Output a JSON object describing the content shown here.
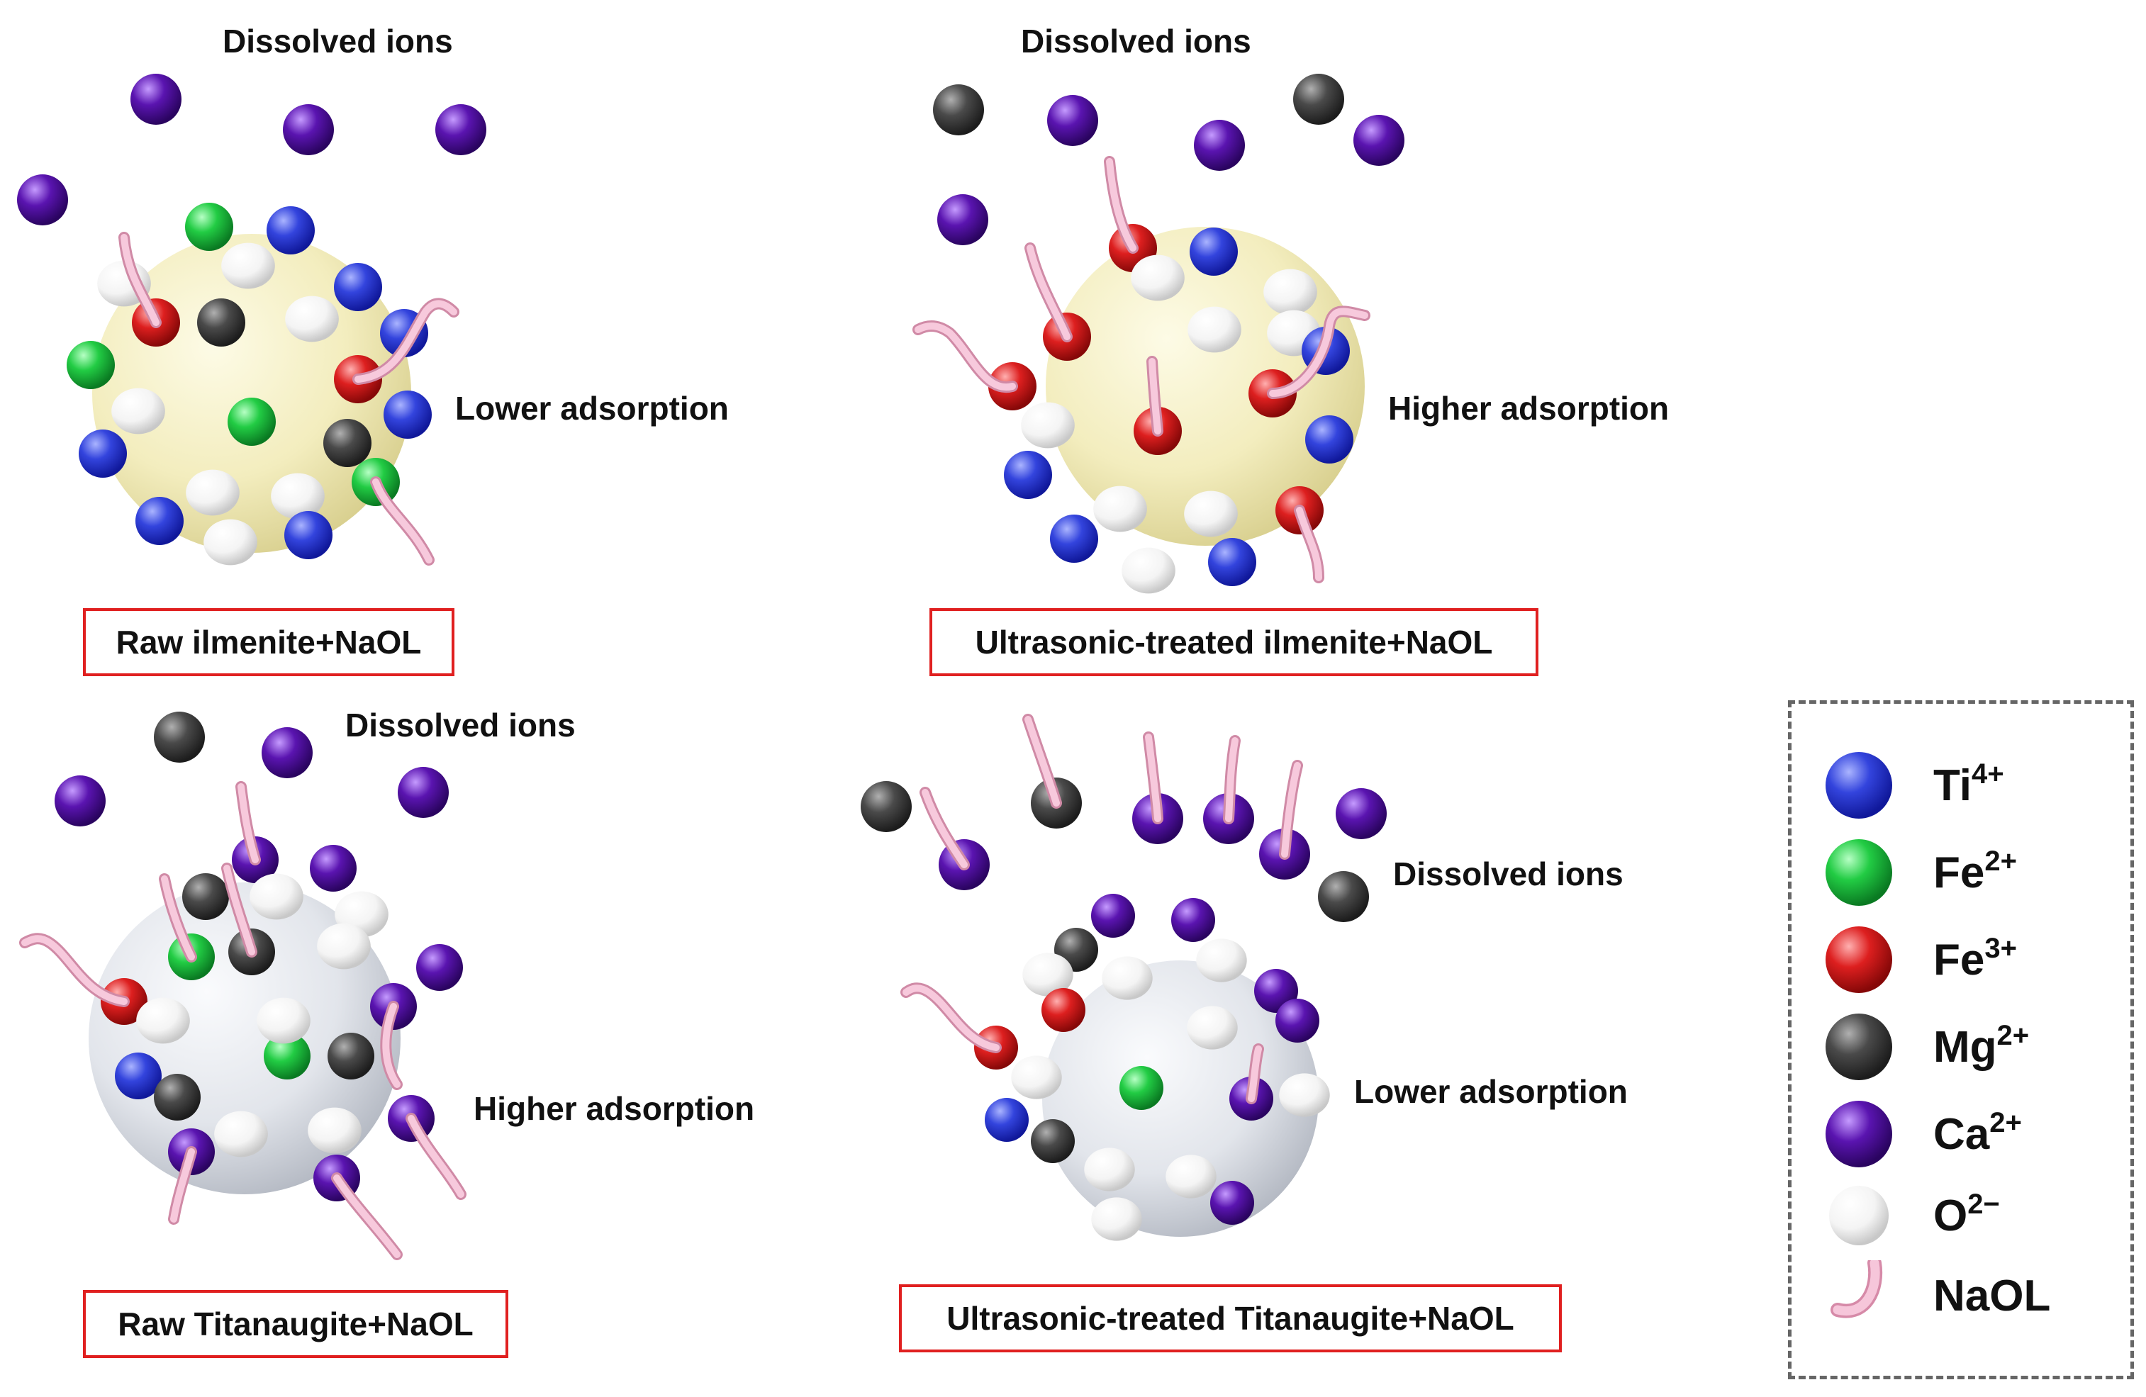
{
  "panels": [
    {
      "title": "Raw ilmenite+NaOL",
      "ions_label": "Dissolved ions",
      "adsorption_label": "Lower adsorption"
    },
    {
      "title": "Ultrasonic-treated ilmenite+NaOL",
      "ions_label": "Dissolved ions",
      "adsorption_label": "Higher adsorption"
    },
    {
      "title": "Raw Titanaugite+NaOL",
      "ions_label": "Dissolved ions",
      "adsorption_label": "Higher adsorption"
    },
    {
      "title": "Ultrasonic-treated Titanaugite+NaOL",
      "ions_label": "Dissolved ions",
      "adsorption_label": "Lower adsorption"
    }
  ],
  "legend": {
    "items": [
      {
        "base": "Ti",
        "charge": "4+",
        "color": "#2f3fd6",
        "icon": "ti-ion-sphere"
      },
      {
        "base": "Fe",
        "charge": "2+",
        "color": "#22cc44",
        "icon": "fe2-ion-sphere"
      },
      {
        "base": "Fe",
        "charge": "3+",
        "color": "#dd1f1f",
        "icon": "fe3-ion-sphere"
      },
      {
        "base": "Mg",
        "charge": "2+",
        "color": "#4a4a4a",
        "icon": "mg-ion-sphere"
      },
      {
        "base": "Ca",
        "charge": "2+",
        "color": "#5a14b0",
        "icon": "ca-ion-sphere"
      },
      {
        "base": "O",
        "charge": "2−",
        "color": "#f5f5f5",
        "icon": "o-ion-sphere"
      },
      {
        "base": "NaOL",
        "charge": "",
        "color": "#f3b8d0",
        "icon": "naol-molecule"
      }
    ]
  },
  "colors": {
    "frame_red": "#e02020",
    "ilmenite_particle": "#f6f1c6",
    "titanaugite_particle": "#e3e6ec"
  }
}
